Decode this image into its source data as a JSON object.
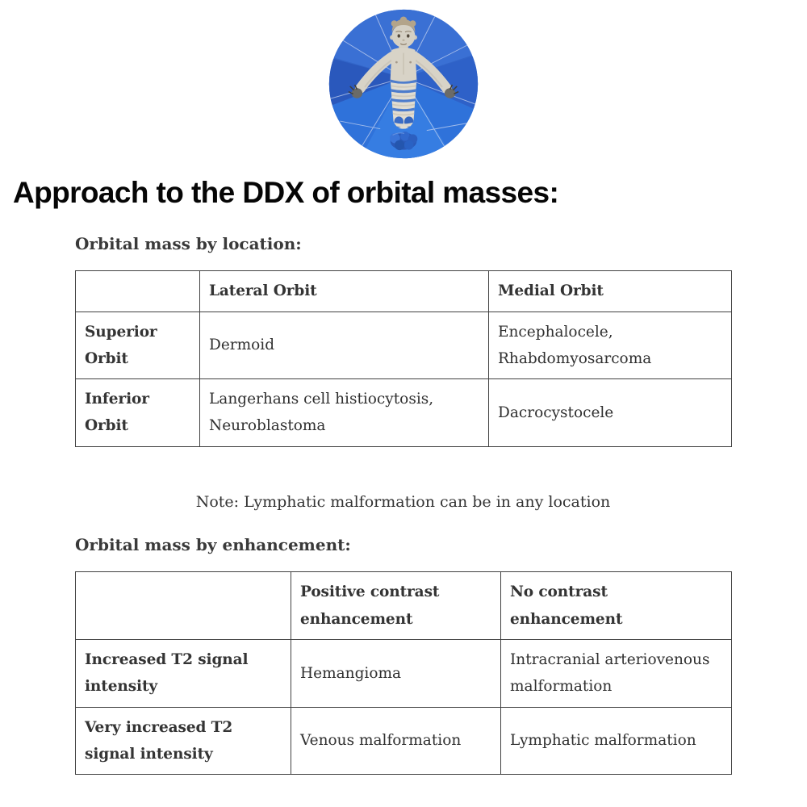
{
  "hero": {
    "image_name": "blue-ceramic-swaddled-infant-roundel",
    "palette": {
      "disc_blue": "#3265c8",
      "disc_blue_top": "#3a70d4",
      "disc_blue_dark": "#2a58bc",
      "disc_blue_bottom": "#3179de",
      "figure_ivory": "#d8d3c7",
      "band_blue": "#4d7ccc",
      "bundle_blue": "#2b5ab8"
    }
  },
  "title": "Approach to the DDX of orbital masses:",
  "location_section": {
    "heading": "Orbital mass by location:",
    "table": {
      "col_headers": [
        "",
        "Lateral Orbit",
        "Medial Orbit"
      ],
      "rows": [
        {
          "label": "Superior Orbit",
          "lateral": "Dermoid",
          "medial": "Encephalocele, Rhabdomyosarcoma"
        },
        {
          "label": "Inferior Orbit",
          "lateral": "Langerhans cell histiocytosis, Neuroblastoma",
          "medial": "Dacrocystocele"
        }
      ]
    }
  },
  "note": "Note: Lymphatic malformation can be in any location",
  "enhancement_section": {
    "heading": "Orbital mass by enhancement:",
    "table": {
      "col_headers": [
        "",
        "Positive contrast enhancement",
        "No contrast enhancement"
      ],
      "rows": [
        {
          "label": "Increased T2 signal intensity",
          "positive": "Hemangioma",
          "none": "Intracranial arteriovenous malformation"
        },
        {
          "label": "Very increased T2 signal intensity",
          "positive": "Venous malformation",
          "none": "Lymphatic malformation"
        }
      ]
    }
  }
}
